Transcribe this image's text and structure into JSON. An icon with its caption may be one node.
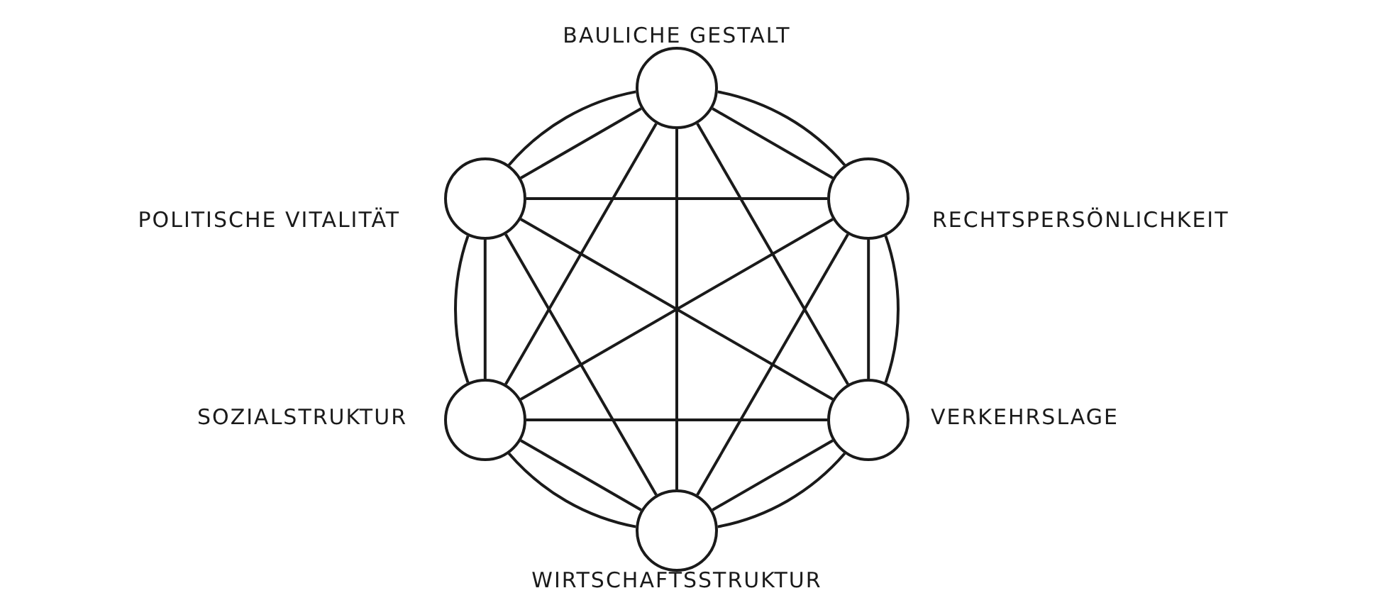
{
  "diagram": {
    "nodes": [
      {
        "text": [],
        "shape": "circle",
        "beside": [
          "BAULICHE GESTALT"
        ]
      },
      {
        "text": [],
        "shape": "circle",
        "beside": [
          "POLITISCHE VITALITÄT"
        ]
      },
      {
        "text": [],
        "shape": "circle",
        "beside": [
          "RECHTSPERSÖNLICHKEIT"
        ]
      },
      {
        "text": [],
        "shape": "circle",
        "beside": [
          "SOZIALSTRUKTUR"
        ]
      },
      {
        "text": [],
        "shape": "circle",
        "beside": [
          "VERKEHRSLAGE"
        ]
      },
      {
        "text": [],
        "shape": "circle",
        "beside": [
          "WIRTSCHAFTSSTRUKTUR"
        ]
      }
    ],
    "edges": [
      {
        "from": 0,
        "to": 1,
        "arrow": "none"
      },
      {
        "from": 0,
        "to": 2,
        "arrow": "none"
      },
      {
        "from": 0,
        "to": 3,
        "arrow": "none"
      },
      {
        "from": 0,
        "to": 4,
        "arrow": "none"
      },
      {
        "from": 0,
        "to": 5,
        "arrow": "none"
      },
      {
        "from": 1,
        "to": 2,
        "arrow": "none"
      },
      {
        "from": 1,
        "to": 3,
        "arrow": "none"
      },
      {
        "from": 1,
        "to": 4,
        "arrow": "none"
      },
      {
        "from": 1,
        "to": 5,
        "arrow": "none"
      },
      {
        "from": 2,
        "to": 3,
        "arrow": "none"
      },
      {
        "from": 2,
        "to": 4,
        "arrow": "none"
      },
      {
        "from": 2,
        "to": 5,
        "arrow": "none"
      },
      {
        "from": 3,
        "to": 4,
        "arrow": "none"
      },
      {
        "from": 3,
        "to": 5,
        "arrow": "none"
      },
      {
        "from": 4,
        "to": 5,
        "arrow": "none"
      },
      {
        "from": 0,
        "to": 2,
        "arrow": "none"
      },
      {
        "from": 2,
        "to": 4,
        "arrow": "none"
      },
      {
        "from": 4,
        "to": 5,
        "arrow": "none"
      },
      {
        "from": 5,
        "to": 3,
        "arrow": "none"
      },
      {
        "from": 3,
        "to": 1,
        "arrow": "none"
      },
      {
        "from": 1,
        "to": 0,
        "arrow": "none"
      }
    ]
  }
}
